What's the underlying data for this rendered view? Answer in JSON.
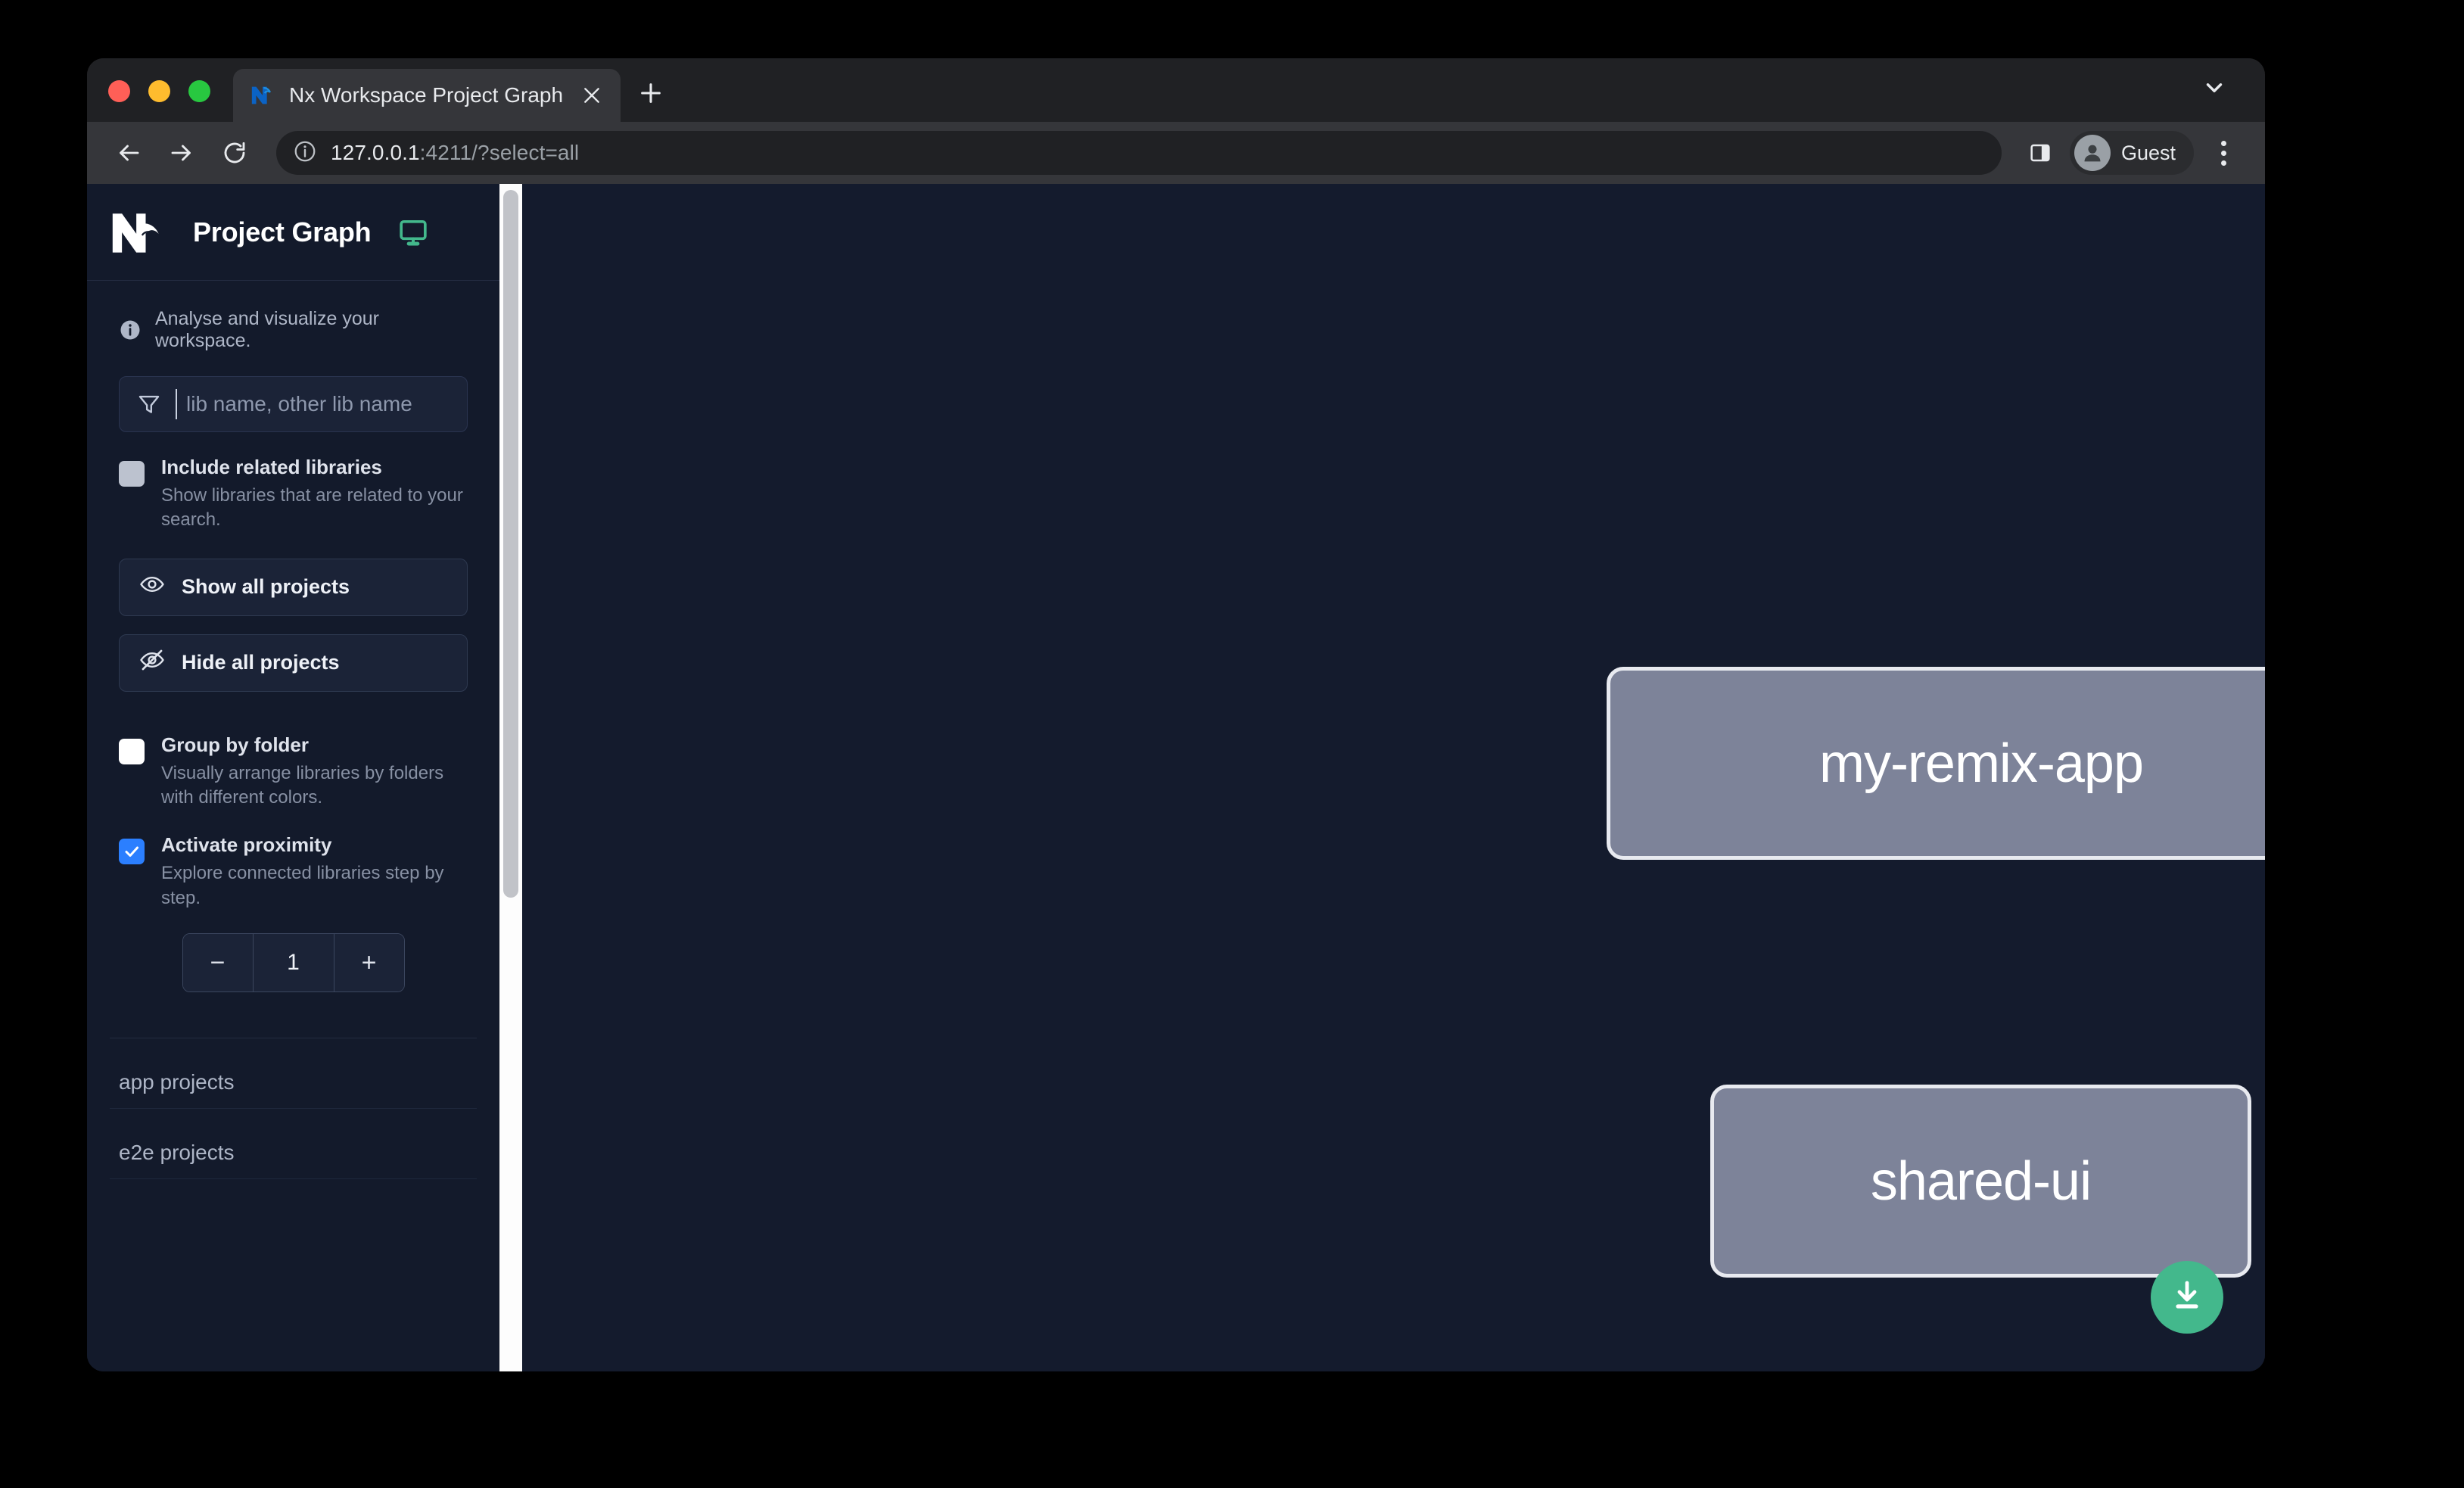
{
  "browser": {
    "tab": {
      "title": "Nx Workspace Project Graph",
      "favicon_icon": "nx-favicon-icon",
      "close_icon": "close-icon",
      "new_tab_icon": "plus-icon",
      "tab_list_icon": "chevron-down-icon"
    },
    "toolbar": {
      "back_icon": "back-arrow-icon",
      "forward_icon": "forward-arrow-icon",
      "reload_icon": "reload-icon",
      "site_info_icon": "info-circle-icon",
      "url_host": "127.0.0.1",
      "url_rest": ":4211/?select=all",
      "side_panel_icon": "side-panel-icon",
      "profile_name": "Guest",
      "profile_avatar_icon": "user-avatar-icon",
      "menu_icon": "kebab-menu-icon"
    }
  },
  "sidebar": {
    "logo_icon": "nx-logo-icon",
    "title": "Project Graph",
    "display_icon": "monitor-icon",
    "info": {
      "icon": "info-icon",
      "text": "Analyse and visualize your workspace."
    },
    "filter": {
      "icon": "funnel-icon",
      "placeholder": "lib name, other lib name",
      "value": ""
    },
    "options": [
      {
        "id": "include-related-libraries",
        "label": "Include related libraries",
        "description": "Show libraries that are related to your search.",
        "checked": false,
        "checkbox_style": "grey"
      },
      {
        "id": "group-by-folder",
        "label": "Group by folder",
        "description": "Visually arrange libraries by folders with different colors.",
        "checked": false,
        "checkbox_style": "white"
      },
      {
        "id": "activate-proximity",
        "label": "Activate proximity",
        "description": "Explore connected libraries step by step.",
        "checked": true,
        "checkbox_style": "blue"
      }
    ],
    "buttons": [
      {
        "id": "show-all-projects",
        "label": "Show all projects",
        "icon": "eye-icon"
      },
      {
        "id": "hide-all-projects",
        "label": "Hide all projects",
        "icon": "eye-off-icon"
      }
    ],
    "stepper": {
      "decrement_label": "−",
      "value": "1",
      "increment_label": "+"
    },
    "project_groups": [
      {
        "id": "app-projects",
        "label": "app projects"
      },
      {
        "id": "e2e-projects",
        "label": "e2e projects"
      }
    ]
  },
  "graph": {
    "nodes": [
      {
        "id": "my-remix-app",
        "label": "my-remix-app"
      },
      {
        "id": "shared-ui",
        "label": "shared-ui"
      }
    ],
    "edges": [
      {
        "from": "my-remix-app",
        "to": "shared-ui"
      }
    ],
    "download_button": {
      "icon": "download-icon",
      "color": "#43b88c"
    }
  },
  "colors": {
    "page_background": "#141b2d",
    "sidebar_background": "#131a2b",
    "node_fill": "#7d8399",
    "node_border": "#e8eaf0",
    "accent_green": "#43b88c",
    "checkbox_blue": "#2b7fff"
  }
}
